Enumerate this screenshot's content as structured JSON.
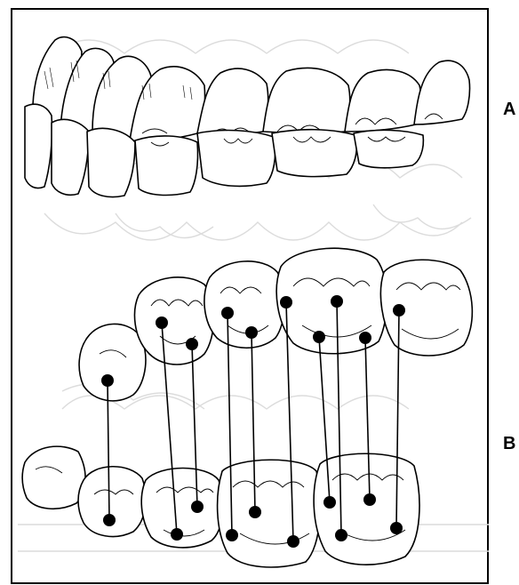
{
  "labels": {
    "a": "A",
    "b": "B"
  },
  "colors": {
    "ink": "#000000",
    "ghost": "#d9d9d9",
    "paper": "#ffffff"
  },
  "figure": {
    "panel_a": "lateral-view-dentition-occlusion",
    "panel_b": "occlusal-view-upper-lower-contact-lines"
  }
}
